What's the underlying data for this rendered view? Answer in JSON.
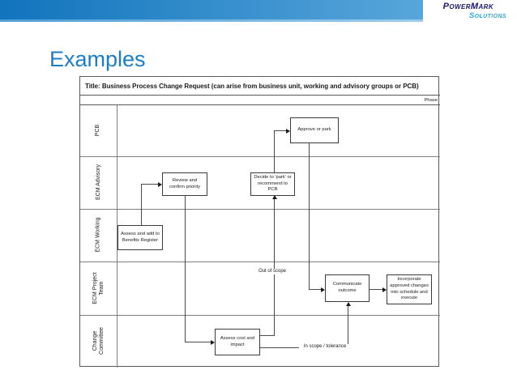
{
  "header": {
    "logo_line1": "PowerMark",
    "logo_line2": "Solutions",
    "bar_color_left": "#1174bc",
    "bar_color_right": "#58a6db",
    "logo_color_main": "#1c1666",
    "logo_color_sub": "#2aa9e0"
  },
  "page_title": "Examples",
  "title_color": "#1a7ec4",
  "diagram": {
    "title": "Title: Business Process Change Request (can arise from business unit, working and advisory groups or PCB)",
    "phase_label": "Phase",
    "lanes": [
      "PCB",
      "ECM Advisory",
      "ECM Working",
      "ECM Project Team",
      "Change Committee"
    ],
    "boxes": [
      {
        "id": "approve-or-park",
        "lane": "PCB",
        "label": "Approve or park"
      },
      {
        "id": "review-confirm-priority",
        "lane": "ECM Advisory",
        "label": "Review and confirm priority"
      },
      {
        "id": "decide-park-recommend",
        "lane": "ECM Advisory",
        "label": "Decide to 'park' or recommend to PCB"
      },
      {
        "id": "assess-add-benefits",
        "lane": "ECM Working",
        "label": "Assess and add to Benefits Register"
      },
      {
        "id": "communicate-outcome",
        "lane": "ECM Project Team",
        "label": "Communicate outcome"
      },
      {
        "id": "incorporate-changes",
        "lane": "ECM Project Team",
        "label": "Incorporate approved changes into schedule and execute"
      },
      {
        "id": "assess-cost-impact",
        "lane": "Change Committee",
        "label": "Assess cost and impact"
      }
    ],
    "edges": [
      {
        "from": "assess-add-benefits",
        "to": "review-confirm-priority",
        "label": ""
      },
      {
        "from": "review-confirm-priority",
        "to": "assess-cost-impact",
        "label": ""
      },
      {
        "from": "assess-cost-impact",
        "to": "decide-park-recommend",
        "label": "Out of scope"
      },
      {
        "from": "decide-park-recommend",
        "to": "approve-or-park",
        "label": ""
      },
      {
        "from": "approve-or-park",
        "to": "communicate-outcome",
        "label": ""
      },
      {
        "from": "communicate-outcome",
        "to": "incorporate-changes",
        "label": ""
      },
      {
        "from": "assess-cost-impact",
        "to": "communicate-outcome",
        "label": "In scope / tolerance"
      }
    ]
  }
}
